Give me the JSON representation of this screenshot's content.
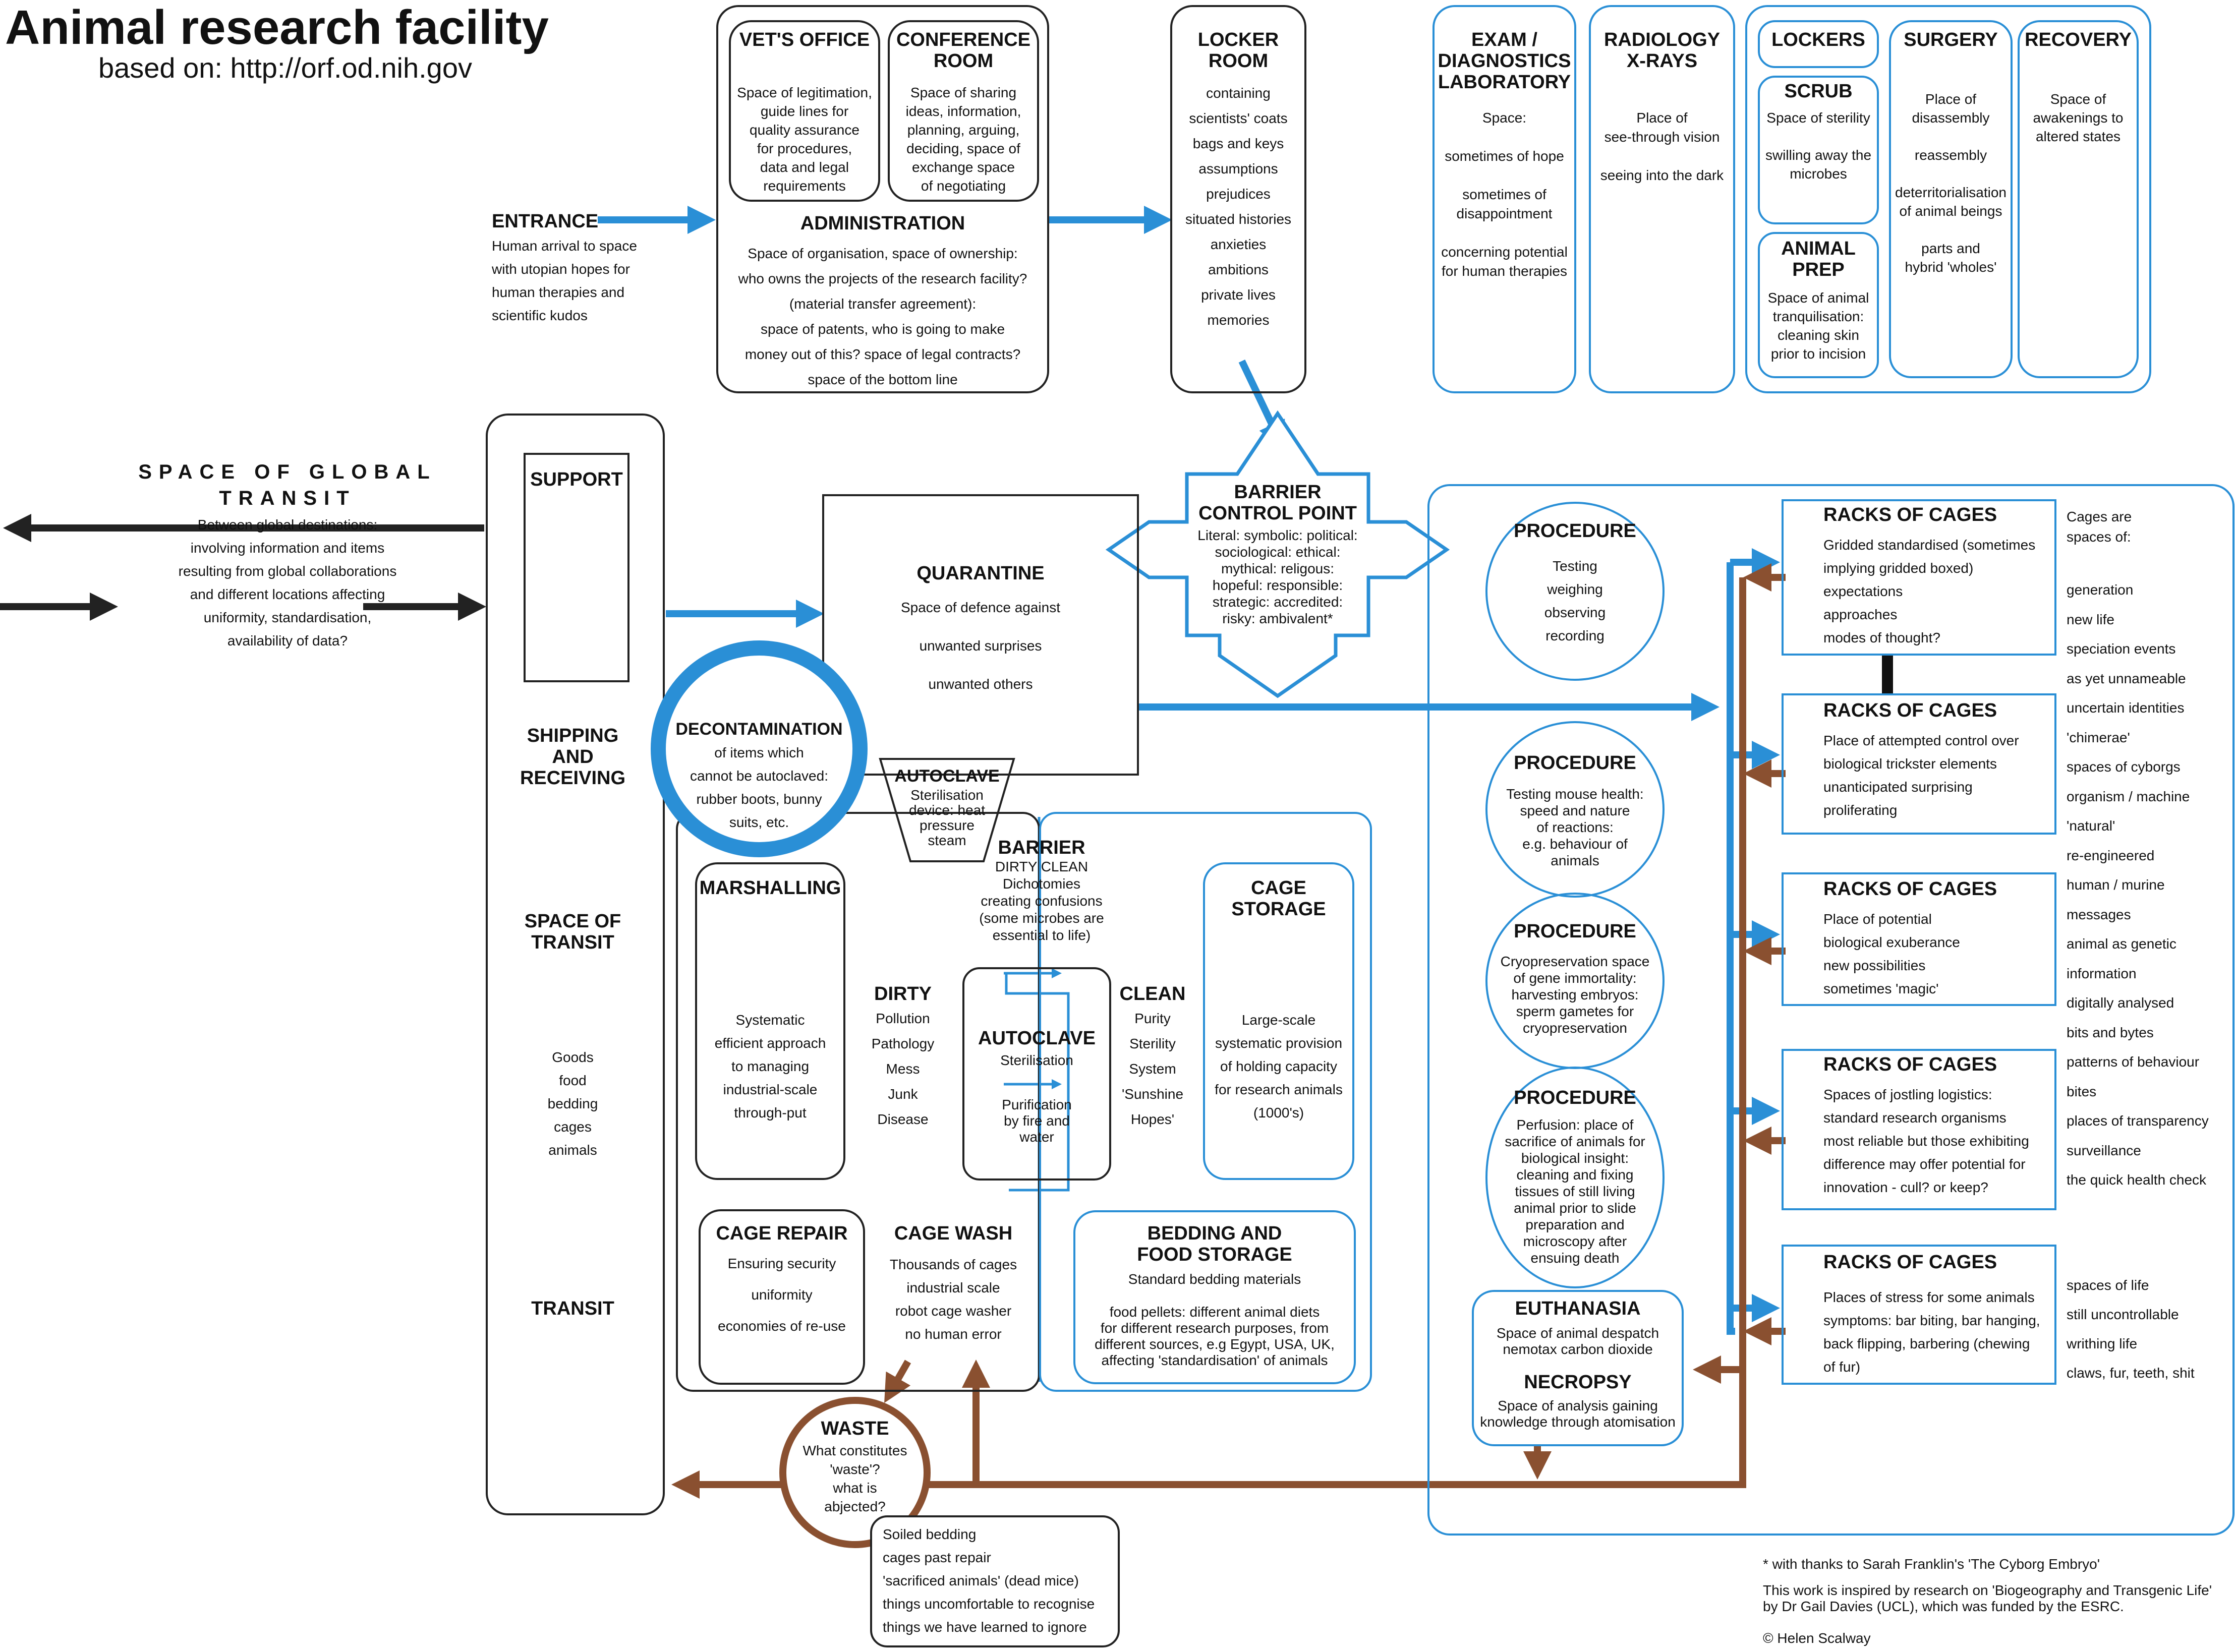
{
  "header": {
    "title": "Animal research facility",
    "subtitle": "based on: http://orf.od.nih.gov"
  },
  "entrance": {
    "title": "ENTRANCE",
    "text": "Human arrival to space\nwith utopian hopes for\nhuman therapies and\nscientific kudos"
  },
  "admin": {
    "vet_title": "VET'S OFFICE",
    "vet_text": "Space of legitimation,\nguide lines for\nquality assurance\nfor procedures,\ndata and legal\nrequirements",
    "conf_title": "CONFERENCE\nROOM",
    "conf_text": "Space of sharing\nideas, information,\nplanning, arguing,\ndeciding, space of\nexchange space\nof negotiating",
    "title": "ADMINISTRATION",
    "text": "Space of organisation, space of ownership:\nwho owns the projects of the research facility?\n(material transfer agreement):\nspace of patents, who is going to make\nmoney out of this? space of legal contracts?\nspace of the bottom line"
  },
  "locker_room": {
    "title": "LOCKER\nROOM",
    "text": "containing\nscientists' coats\nbags and keys\nassumptions\nprejudices\nsituated histories\nanxieties\nambitions\nprivate lives\nmemories"
  },
  "exam": {
    "title": "EXAM /\nDIAGNOSTICS\nLABORATORY",
    "text": "Space:\n\nsometimes of hope\n\nsometimes of\ndisappointment\n\nconcerning potential\nfor human therapies"
  },
  "radiology": {
    "title": "RADIOLOGY\nX-RAYS",
    "text": "Place of\nsee-through vision\n\nseeing into the dark"
  },
  "surgery_suite": {
    "lockers_title": "LOCKERS",
    "scrub_title": "SCRUB",
    "scrub_text": "Space of sterility\n\nswilling away the\nmicrobes",
    "prep_title": "ANIMAL\nPREP",
    "prep_text": "Space of animal\ntranquilisation:\ncleaning skin\nprior to incision",
    "surgery_title": "SURGERY",
    "surgery_text": "Place of\ndisassembly\n\nreassembly\n\ndeterritorialisation\nof animal beings\n\nparts and\nhybrid 'wholes'",
    "recovery_title": "RECOVERY",
    "recovery_text": "Space of\nawakenings to\naltered states"
  },
  "global": {
    "title": "SPACE OF GLOBAL\nTRANSIT",
    "text": "Between global destinations:\ninvolving information and items\nresulting from global collaborations\nand different locations affecting\nuniformity, standardisation,\navailability of data?"
  },
  "shipping": {
    "support": "SUPPORT",
    "title": "SHIPPING\nAND\nRECEIVING",
    "transit_title": "SPACE OF\nTRANSIT",
    "goods": "Goods\nfood\nbedding\ncages\nanimals",
    "transit": "TRANSIT"
  },
  "quarantine": {
    "title": "QUARANTINE",
    "text": "Space of defence against\n\nunwanted surprises\n\nunwanted others"
  },
  "barrier_control": {
    "title": "BARRIER\nCONTROL POINT",
    "text": "Literal: symbolic: political:\nsociological: ethical:\nmythical: religous:\nhopeful: responsible:\nstrategic: accredited:\nrisky: ambivalent*"
  },
  "decon": {
    "title": "DECONTAMINATION",
    "text": "of items which\ncannot be autoclaved:\nrubber boots, bunny\nsuits, etc."
  },
  "autoclave1": {
    "title": "AUTOCLAVE",
    "text": "Sterilisation\ndevice: heat\npressure\nsteam"
  },
  "barrier": {
    "title": "BARRIER",
    "text": "DIRTY    CLEAN\nDichotomies\ncreating confusions\n(some microbes are\nessential to life)"
  },
  "marshalling": {
    "title": "MARSHALLING",
    "text": "Systematic\nefficient approach\nto managing\nindustrial-scale\nthrough-put"
  },
  "dirty": {
    "title": "DIRTY",
    "text": "Pollution\nPathology\nMess\nJunk\nDisease"
  },
  "autoclave2": {
    "title": "AUTOCLAVE",
    "sub": "Sterilisation",
    "text": "Purification\nby fire and\nwater"
  },
  "clean": {
    "title": "CLEAN",
    "text": "Purity\nSterility\nSystem\n'Sunshine\nHopes'"
  },
  "cage_storage": {
    "title": "CAGE\nSTORAGE",
    "text": "Large-scale\nsystematic provision\nof holding capacity\nfor research animals\n(1000's)"
  },
  "cage_repair": {
    "title": "CAGE REPAIR",
    "text": "Ensuring security\n\nuniformity\n\neconomies of re-use"
  },
  "cage_wash": {
    "title": "CAGE WASH",
    "text": "Thousands of cages\nindustrial scale\nrobot cage washer\nno human error"
  },
  "bedding": {
    "title": "BEDDING AND\nFOOD STORAGE",
    "sub": "Standard bedding materials",
    "text": "food pellets: different animal diets\nfor different research purposes, from\ndifferent sources, e.g Egypt, USA, UK,\naffecting  'standardisation' of animals"
  },
  "waste": {
    "title": "WASTE",
    "text": "What constitutes\n'waste'?\nwhat is\nabjected?",
    "list": "Soiled bedding\ncages past repair\n'sacrificed animals' (dead mice)\nthings uncomfortable to recognise\nthings we have learned to ignore"
  },
  "procedures": {
    "p1_title": "PROCEDURE",
    "p1_text": "Testing\nweighing\nobserving\nrecording",
    "p2_title": "PROCEDURE",
    "p2_text": "Testing mouse health:\nspeed and nature\nof reactions:\ne.g. behaviour of\nanimals",
    "p3_title": "PROCEDURE",
    "p3_text": "Cryopreservation space\nof gene immortality:\nharvesting embryos:\nsperm gametes for\ncryopreservation",
    "p4_title": "PROCEDURE",
    "p4_text": "Perfusion: place of\nsacrifice of animals for\nbiological insight:\ncleaning and fixing\ntissues of still living\nanimal prior to slide\npreparation and\nmicroscopy after\nensuing death"
  },
  "euthanasia": {
    "title": "EUTHANASIA",
    "text": "Space of animal despatch\nnemotax carbon dioxide",
    "necropsy_title": "NECROPSY",
    "necropsy_text": "Space of analysis gaining\nknowledge through atomisation"
  },
  "racks": {
    "r1_title": "RACKS OF CAGES",
    "r1_text": "Gridded standardised (sometimes\nimplying gridded boxed)\nexpectations\napproaches\nmodes of thought?",
    "r2_title": "RACKS OF CAGES",
    "r2_text": "Place of attempted control over\nbiological trickster elements\nunanticipated surprising\nproliferating",
    "r3_title": "RACKS OF CAGES",
    "r3_text": "Place of potential\nbiological exuberance\nnew possibilities\nsometimes 'magic'",
    "r4_title": "RACKS OF CAGES",
    "r4_text": "Spaces of jostling logistics:\nstandard research organisms\nmost reliable but those exhibiting\ndifference may offer potential for\ninnovation - cull? or keep?",
    "r5_title": "RACKS OF CAGES",
    "r5_text": "Places of stress for some animals\nsymptoms: bar biting, bar hanging,\nback flipping, barbering (chewing\nof fur)"
  },
  "side_list": {
    "intro": "Cages are\nspaces of:",
    "items": "generation\nnew life\nspeciation events\nas yet unnameable\nuncertain identities\n'chimerae'\nspaces of cyborgs\norganism / machine\n'natural'\nre-engineered\nhuman / murine\nmessages\nanimal as genetic\ninformation\ndigitally analysed\nbits and bytes\npatterns of behaviour\nbites\nplaces of transparency\nsurveillance\nthe quick health check",
    "bottom": "spaces of life\nstill uncontrollable\nwrithing life\nclaws, fur, teeth, shit"
  },
  "credits": {
    "thanks": "* with thanks to Sarah Franklin's 'The Cyborg Embryo'",
    "inspired": "This work is inspired by research on 'Biogeography and Transgenic Life'\nby Dr Gail Davies (UCL), which was funded by the ESRC.",
    "copyright": "© Helen Scalway"
  },
  "colors": {
    "blue": "#2a8fd6",
    "brown": "#8a5030",
    "black": "#222222"
  }
}
